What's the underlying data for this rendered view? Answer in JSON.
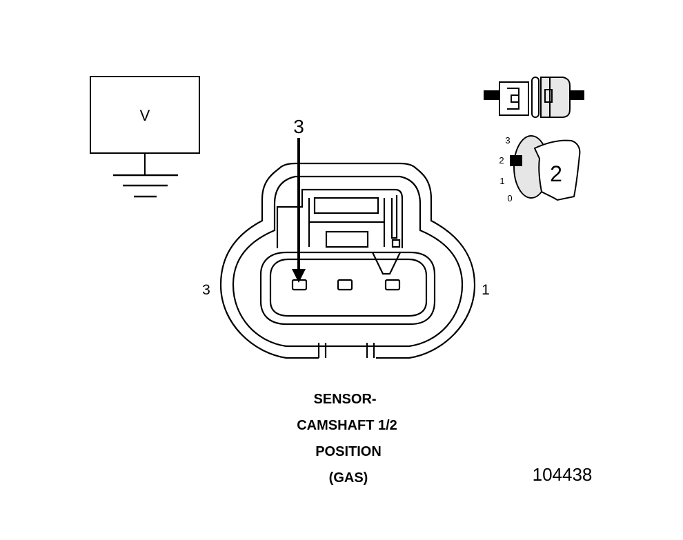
{
  "meter": {
    "label": "V"
  },
  "arrow": {
    "label": "3"
  },
  "connector": {
    "left_pin_label": "3",
    "right_pin_label": "1"
  },
  "selector": {
    "scale": [
      "3",
      "2",
      "1",
      "0"
    ],
    "position_value": "2"
  },
  "caption": {
    "line1": "SENSOR-",
    "line2": "CAMSHAFT 1/2",
    "line3": "POSITION",
    "line4": "(GAS)"
  },
  "figure_id": "104438"
}
